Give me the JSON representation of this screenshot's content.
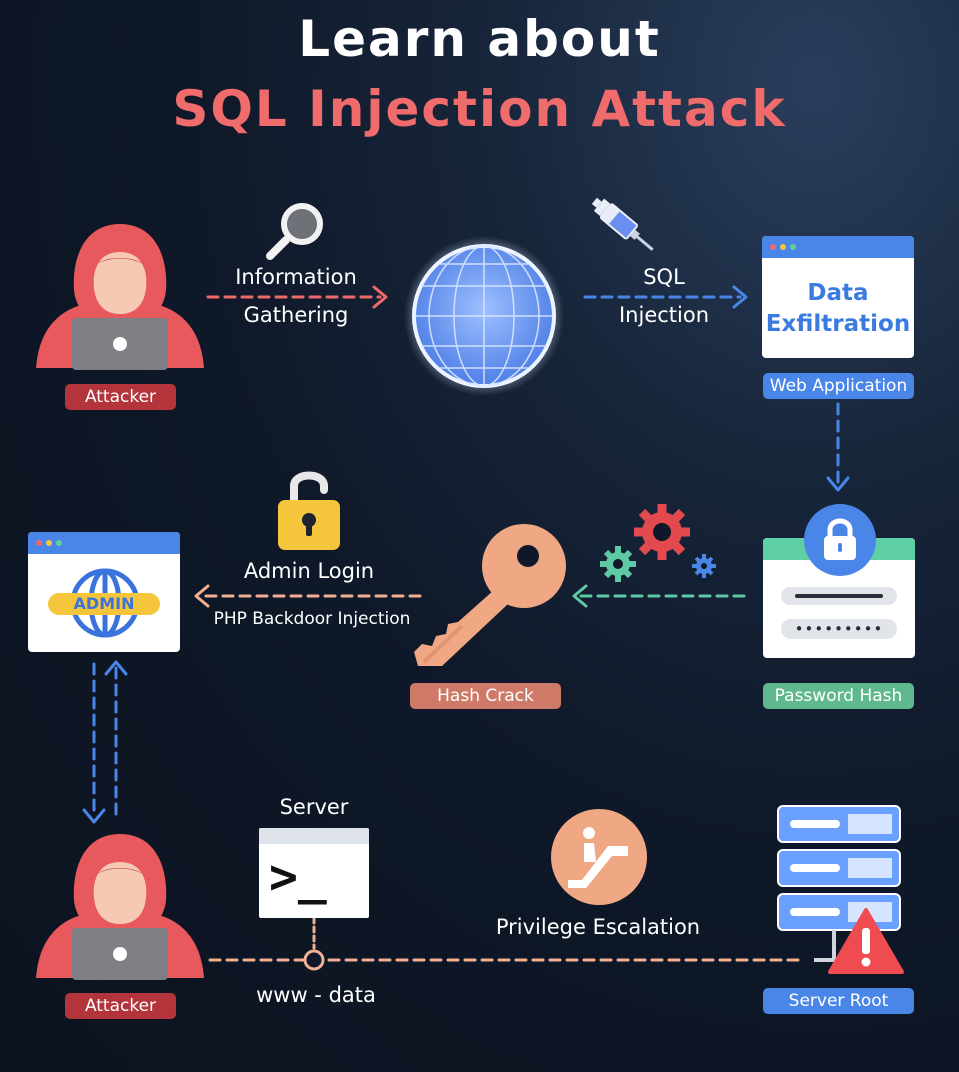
{
  "title": {
    "line1": "Learn about",
    "line2": "SQL Injection Attack"
  },
  "steps": {
    "attacker_top": "Attacker",
    "info_gathering_1": "Information",
    "info_gathering_2": "Gathering",
    "sql_injection_1": "SQL",
    "sql_injection_2": "Injection",
    "data_exfil_1": "Data",
    "data_exfil_2": "Exfiltration",
    "web_application": "Web Application",
    "admin_badge": "ADMIN",
    "admin_login": "Admin Login",
    "php_backdoor": "PHP Backdoor Injection",
    "hash_crack": "Hash Crack",
    "password_hash": "Password Hash",
    "password_dots": "•••••••••",
    "server_label": "Server",
    "terminal_prompt": ">_",
    "www_data": "www - data",
    "privilege_escalation": "Privilege Escalation",
    "server_root": "Server Root",
    "attacker_bottom": "Attacker"
  },
  "icons": {
    "attacker": "hooded-hacker-icon",
    "search": "magnifier-icon",
    "globe": "globe-icon",
    "syringe": "syringe-icon",
    "padlock_open": "open-padlock-icon",
    "key": "key-icon",
    "gears": "gears-icon",
    "lock": "lock-icon",
    "escalator": "escalator-icon",
    "server_rack": "server-rack-icon",
    "warning": "warning-icon"
  },
  "colors": {
    "background": "#0e1626",
    "accent_red": "#f06b6b",
    "pill_red": "#b3343b",
    "blue": "#4a86e8",
    "salmon": "#cf7a68",
    "green": "#5fb88f",
    "orange_dash": "#f1b092",
    "yellow": "#f5c63c"
  }
}
